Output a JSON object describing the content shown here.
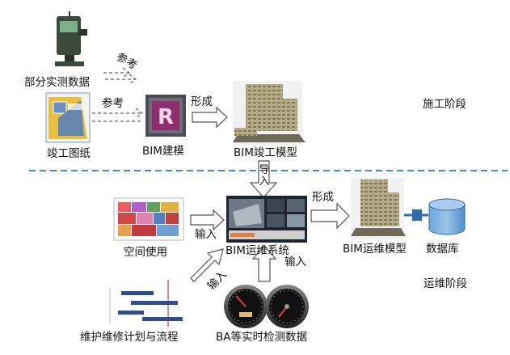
{
  "top": {
    "survey_label": "部分实测数据",
    "drawing_label": "竣工图纸",
    "bim_modeling_label": "BIM建模",
    "bim_asbuilt_label": "BIM竣工模型",
    "ref_label_1": "参考",
    "ref_label_2": "参考",
    "form_label": "形成",
    "stage_label": "施工阶段"
  },
  "bottom": {
    "space_label": "空间使用",
    "maintenance_label": "维护维修计划与流程",
    "ba_label": "BA等实时检测数据",
    "system_label": "BIM运维系统",
    "om_model_label": "BIM运维模型",
    "db_label": "数据库",
    "import_label": "导入",
    "input_label_1": "输入",
    "input_label_2": "输入",
    "input_label_3": "输入",
    "form_label": "形成",
    "stage_label": "运维阶段"
  },
  "colors": {
    "divider": "#4a86c8",
    "arrow_outline": "#555555",
    "db_blue": "#5b9bd5",
    "db_stroke": "#2e6ea8",
    "building": "#b8b08a",
    "gantt": "#2e4f8a"
  }
}
